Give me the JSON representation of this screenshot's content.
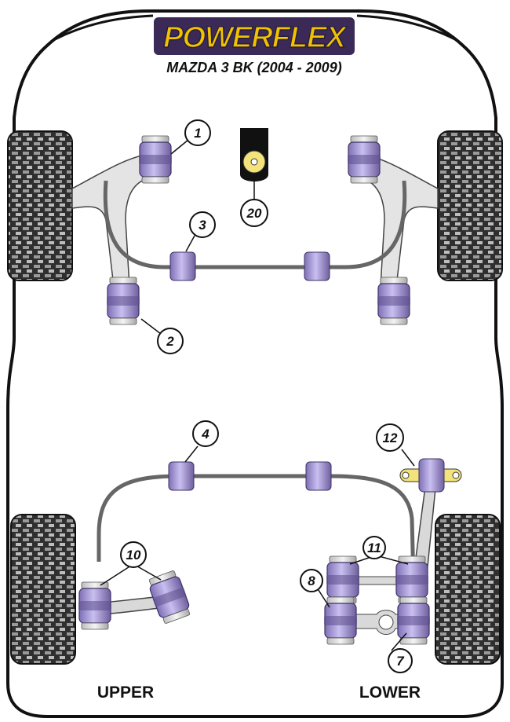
{
  "header": {
    "brand": "POWERFLEX",
    "model": "MAZDA 3 BK (2004 - 2009)"
  },
  "labels": {
    "upper": "UPPER",
    "lower": "LOWER"
  },
  "callouts": {
    "c1": "1",
    "c2": "2",
    "c3": "3",
    "c4": "4",
    "c7": "7",
    "c8": "8",
    "c10": "10",
    "c11": "11",
    "c12": "12",
    "c20": "20"
  },
  "colors": {
    "bushing": "#a99bd3",
    "bushing_dark": "#6f5f9e",
    "mount_yellow": "#f3e37a",
    "body_outline": "#111111",
    "tire": "#3a3a3a",
    "arm": "#d9d9d9"
  }
}
